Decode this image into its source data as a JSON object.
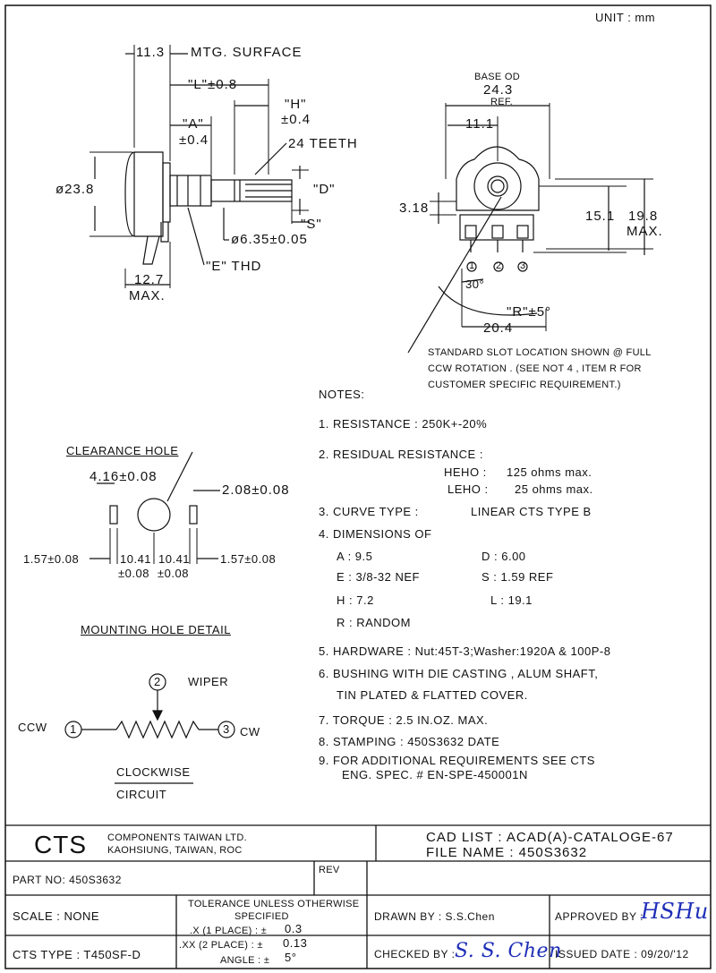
{
  "unit": "UNIT : mm",
  "side_view": {
    "d_11_3": "11.3",
    "mtg_surface": "MTG. SURFACE",
    "l_dim": "\"L\"±0.8",
    "a_dim_1": "\"A\"",
    "a_dim_2": "±0.4",
    "h_dim_1": "\"H\"",
    "h_dim_2": "±0.4",
    "teeth": "24 TEETH",
    "dia_23_8": "ø23.8",
    "d_dim": "\"D\"",
    "s_dim": "\"S\"",
    "shaft_dia": "ø6.35±0.05",
    "e_thd": "\"E\" THD",
    "d_12_7_1": "12.7",
    "d_12_7_2": "MAX."
  },
  "front_view": {
    "base_od_1": "BASE OD",
    "base_od_2": "24.3",
    "base_od_3": "REF.",
    "d_11_1": "11.1",
    "d_3_18": "3.18",
    "d_15_1": "15.1",
    "d_19_8_1": "19.8",
    "d_19_8_2": "MAX.",
    "term_1": "1",
    "term_2": "2",
    "term_3": "3",
    "angle_30": "30°",
    "r_dim": "\"R\"±5°",
    "d_20_4": "20.4",
    "slot_note_1": "STANDARD SLOT LOCATION SHOWN @ FULL",
    "slot_note_2": "CCW ROTATION . (SEE NOT 4 , ITEM R FOR",
    "slot_note_3": "CUSTOMER SPECIFIC REQUIREMENT.)"
  },
  "clearance": {
    "title": "CLEARANCE HOLE",
    "d_4_16": "4.16±0.08",
    "d_2_08": "2.08±0.08",
    "d_1_57_left": "1.57±0.08",
    "d_10_41_a": "10.41",
    "d_10_41_b": "10.41",
    "d_tol_a": "±0.08",
    "d_tol_b": "±0.08",
    "d_1_57_right": "1.57±0.08",
    "mounting_title": "MOUNTING HOLE DETAIL"
  },
  "circuit": {
    "wiper_num": "2",
    "wiper": "WIPER",
    "ccw_num": "1",
    "ccw": "CCW",
    "cw_num": "3",
    "cw": "CW",
    "title_1": "CLOCKWISE",
    "title_2": "CIRCUIT"
  },
  "notes": {
    "header": "NOTES:",
    "n1": "1. RESISTANCE :   250K+-20%",
    "n2": "2. RESIDUAL RESISTANCE :",
    "n2_heho_label": "HEHO :",
    "n2_heho_value": "125 ohms max.",
    "n2_leho_label": "LEHO :",
    "n2_leho_value": "25 ohms max.",
    "n3_label": "3. CURVE TYPE :",
    "n3_value": "LINEAR CTS TYPE B",
    "n4": "4. DIMENSIONS OF",
    "n4_a": "A :   9.5",
    "n4_d": "D : 6.00",
    "n4_e": "E :   3/8-32 NEF",
    "n4_s": "S : 1.59 REF",
    "n4_h": "H : 7.2",
    "n4_l": "L : 19.1",
    "n4_r": "R : RANDOM",
    "n5": "5. HARDWARE : Nut:45T-3;Washer:1920A & 100P-8",
    "n6_1": "6. BUSHING WITH DIE CASTING , ALUM SHAFT,",
    "n6_2": "TIN PLATED & FLATTED COVER.",
    "n7": "7. TORQUE : 2.5 IN.OZ. MAX.",
    "n8": "8. STAMPING : 450S3632 DATE",
    "n9_1": "9. FOR ADDITIONAL REQUIREMENTS SEE CTS",
    "n9_2": "ENG. SPEC. # EN-SPE-450001N"
  },
  "title_block": {
    "logo": "CTS",
    "company_1": "COMPONENTS TAIWAN LTD.",
    "company_2": "KAOHSIUNG,   TAIWAN,   ROC",
    "cad_list": "CAD LIST : ACAD(A)-CATALOGE-67",
    "file_name": "FILE NAME : 450S3632",
    "part_no": "PART NO:   450S3632",
    "rev": "REV",
    "scale": "SCALE :     NONE",
    "tolerance_1": "TOLERANCE UNLESS OTHERWISE",
    "tolerance_2": "SPECIFIED",
    "tol_x": ".X (1 PLACE) : ±",
    "tol_x_val": "0.3",
    "tol_xx": ".XX (2 PLACE) : ±",
    "tol_xx_val": "0.13",
    "tol_angle": "ANGLE : ±",
    "tol_angle_val": "5°",
    "drawn_by": "DRAWN BY : S.S.Chen",
    "approved_by": "APPROVED BY :",
    "approved_sig": "HSHu",
    "cts_type": "CTS TYPE :   T450SF-D",
    "checked_by": "CHECKED BY :",
    "checked_sig": "S. S. Chen",
    "issued_date": "ISSUED DATE : 09/20/'12"
  }
}
